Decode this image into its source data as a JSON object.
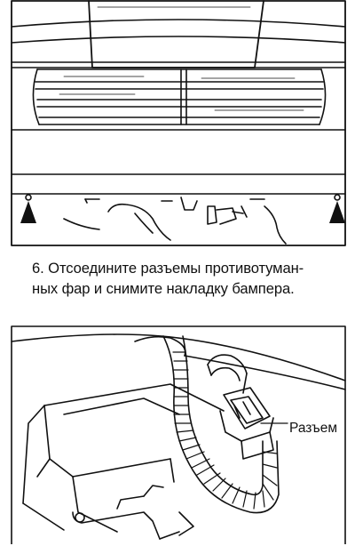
{
  "step": {
    "line1": "6. Отсоедините разъемы противотуман-",
    "line2": "ных фар и снимите накладку бампера."
  },
  "callout": {
    "connector_label": "Разъем"
  },
  "colors": {
    "ink": "#111111",
    "paper": "#ffffff"
  }
}
